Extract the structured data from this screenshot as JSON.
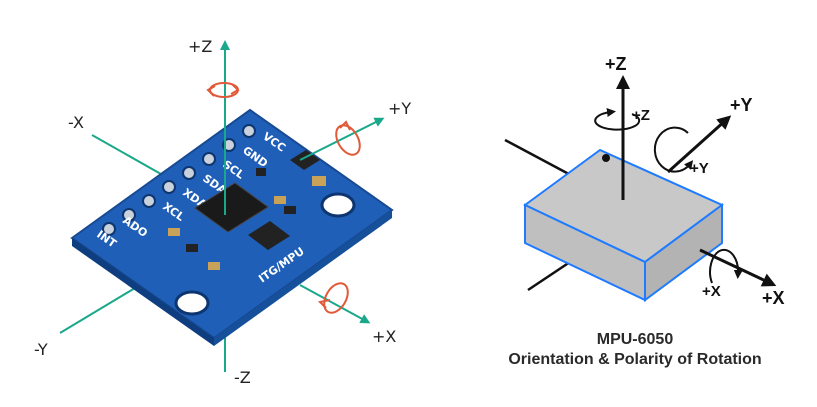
{
  "left_panel": {
    "axis_labels": {
      "pos_z": "+Z",
      "neg_z": "-Z",
      "pos_x": "+X",
      "neg_x": "-X",
      "pos_y": "+Y",
      "neg_y": "-Y"
    },
    "board": {
      "color": "#1f5fb8",
      "pins": [
        "VCC",
        "GND",
        "SCL",
        "SDA",
        "XDA",
        "XCL",
        "ADO",
        "INT"
      ],
      "silkscreen": "ITG/MPU"
    },
    "colors": {
      "axis": "#1aa88a",
      "rotation_arrow": "#e05a3a"
    }
  },
  "right_panel": {
    "axis_labels": {
      "pos_z": "+Z",
      "pos_y": "+Y",
      "pos_x": "+X",
      "rot_z": "+Z",
      "rot_y": "+Y",
      "rot_x": "+X"
    },
    "caption_line1": "MPU-6050",
    "caption_line2": "Orientation & Polarity of Rotation",
    "colors": {
      "chip_fill": "#c8c8c8",
      "chip_border": "#1e7bff",
      "arrow": "#111111"
    }
  }
}
